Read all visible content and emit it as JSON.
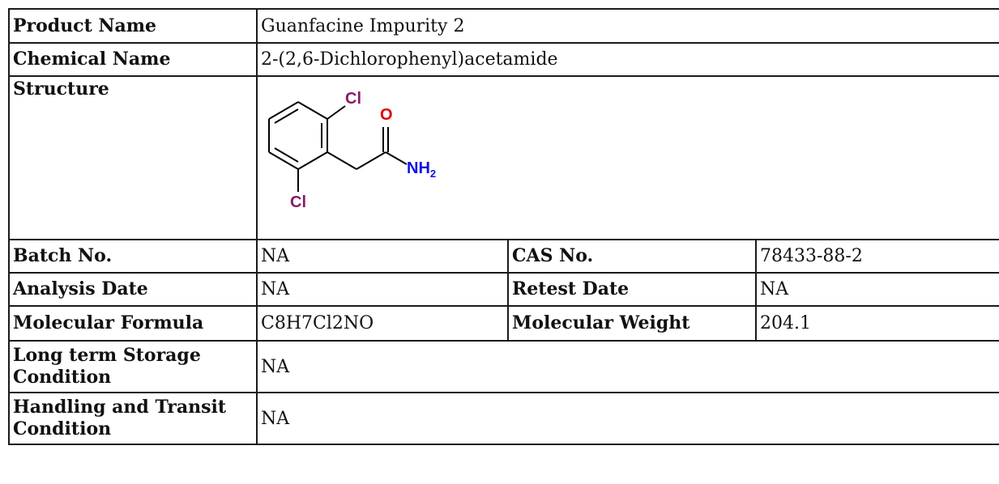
{
  "product_name": {
    "label": "Product Name",
    "value": "Guanfacine Impurity 2"
  },
  "chemical_name": {
    "label": "Chemical Name",
    "value": "2-(2,6-Dichlorophenyl)acetamide"
  },
  "structure": {
    "label": "Structure",
    "atoms": {
      "cl_top": "Cl",
      "cl_bottom": "Cl",
      "oxygen": "O",
      "amine": "NH",
      "amine_subscript": "2"
    },
    "colors": {
      "chlorine": "#8b1a6b",
      "oxygen": "#e00000",
      "nitrogen": "#1010e0",
      "bond": "#000000"
    }
  },
  "batch_no": {
    "label": "Batch No.",
    "value": "NA"
  },
  "cas_no": {
    "label": "CAS No.",
    "value": "78433-88-2"
  },
  "analysis_date": {
    "label": "Analysis Date",
    "value": "NA"
  },
  "retest_date": {
    "label": "Retest Date",
    "value": "NA"
  },
  "molecular_formula": {
    "label": "Molecular Formula",
    "value": "C8H7Cl2NO"
  },
  "molecular_weight": {
    "label": "Molecular Weight",
    "value": "204.1"
  },
  "storage_condition": {
    "label": "Long term Storage Condition",
    "value": "NA"
  },
  "handling_condition": {
    "label": "Handling and Transit Condition",
    "value": "NA"
  }
}
